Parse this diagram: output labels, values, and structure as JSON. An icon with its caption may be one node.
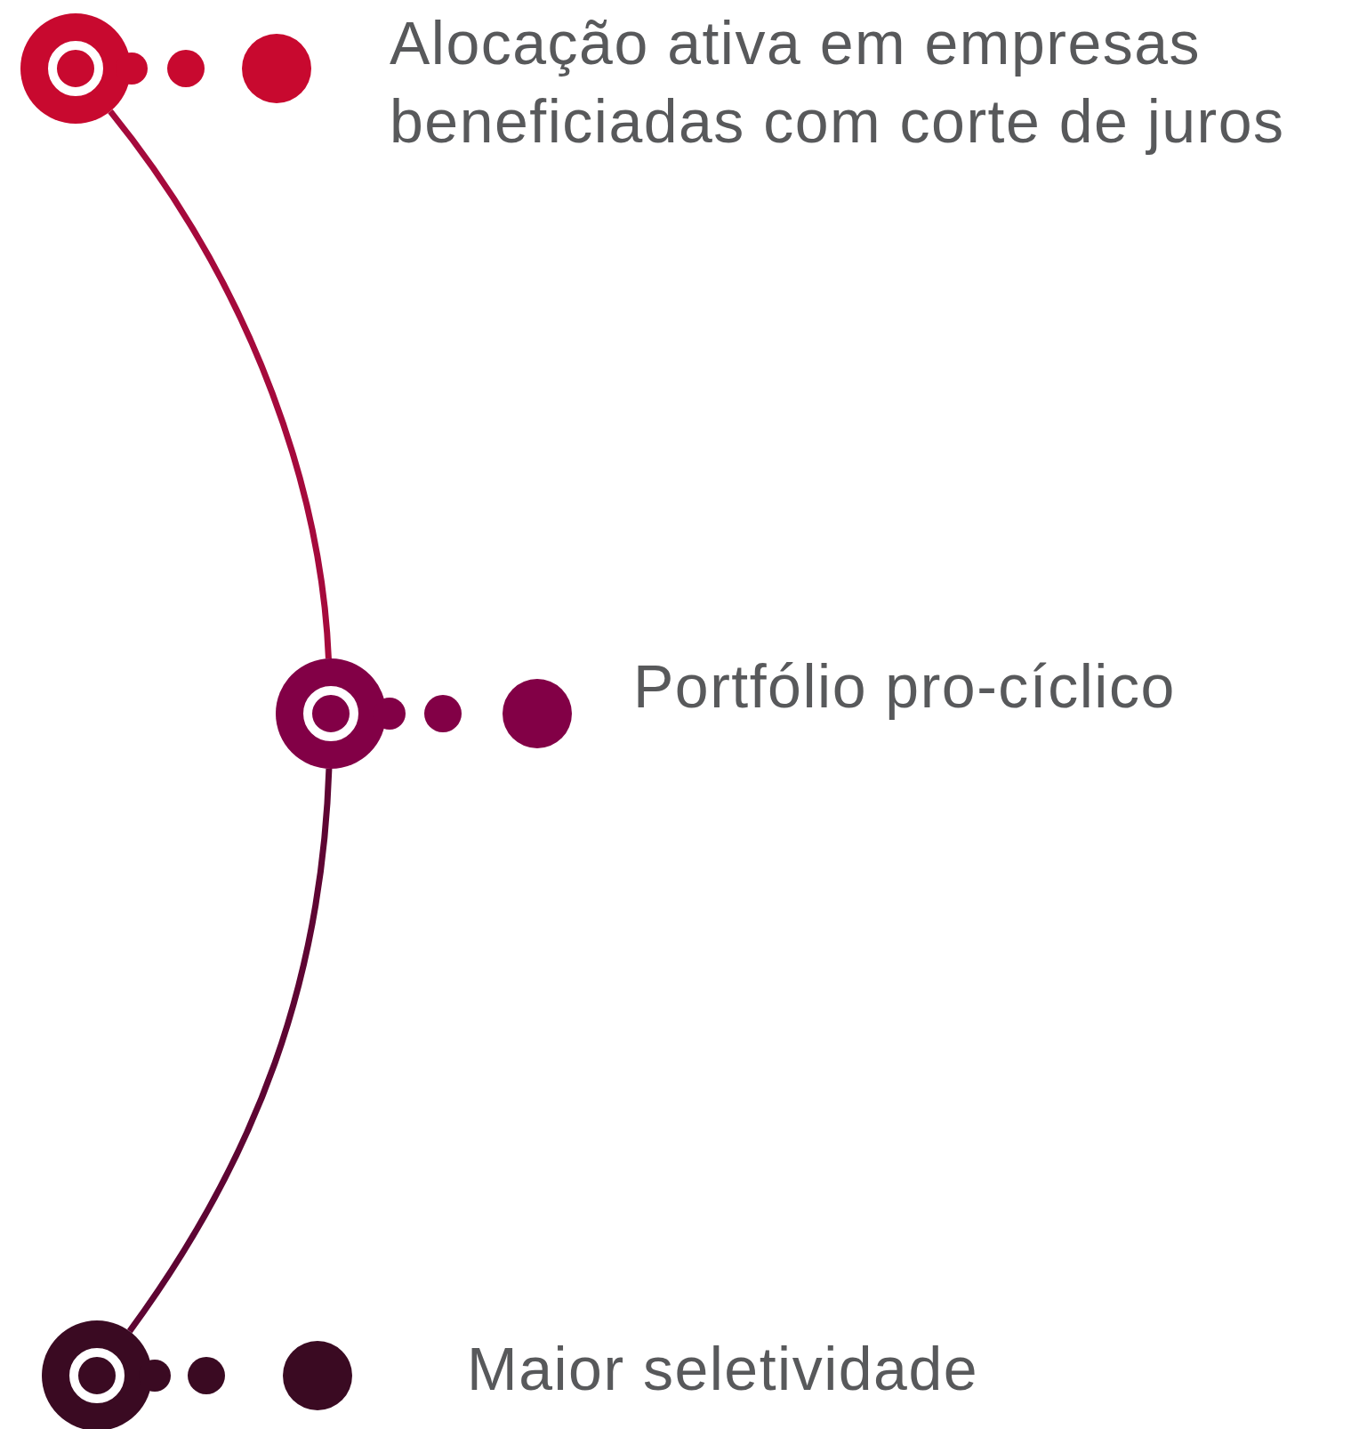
{
  "diagram": {
    "nodes": [
      {
        "text": [],
        "shape": "circle"
      },
      {
        "text": [],
        "shape": "circle"
      },
      {
        "text": [],
        "shape": "circle"
      }
    ],
    "labels": [
      "Alocação ativa em empresas beneficiadas com corte de juros",
      "Portfólio pro-cíclico",
      "Maior seletividade"
    ],
    "edges": [
      {
        "from": 0,
        "to": 1,
        "arrow": "none",
        "color": "#a50a3c"
      },
      {
        "from": 1,
        "to": 2,
        "arrow": "none",
        "color": "#5e0533"
      }
    ]
  }
}
